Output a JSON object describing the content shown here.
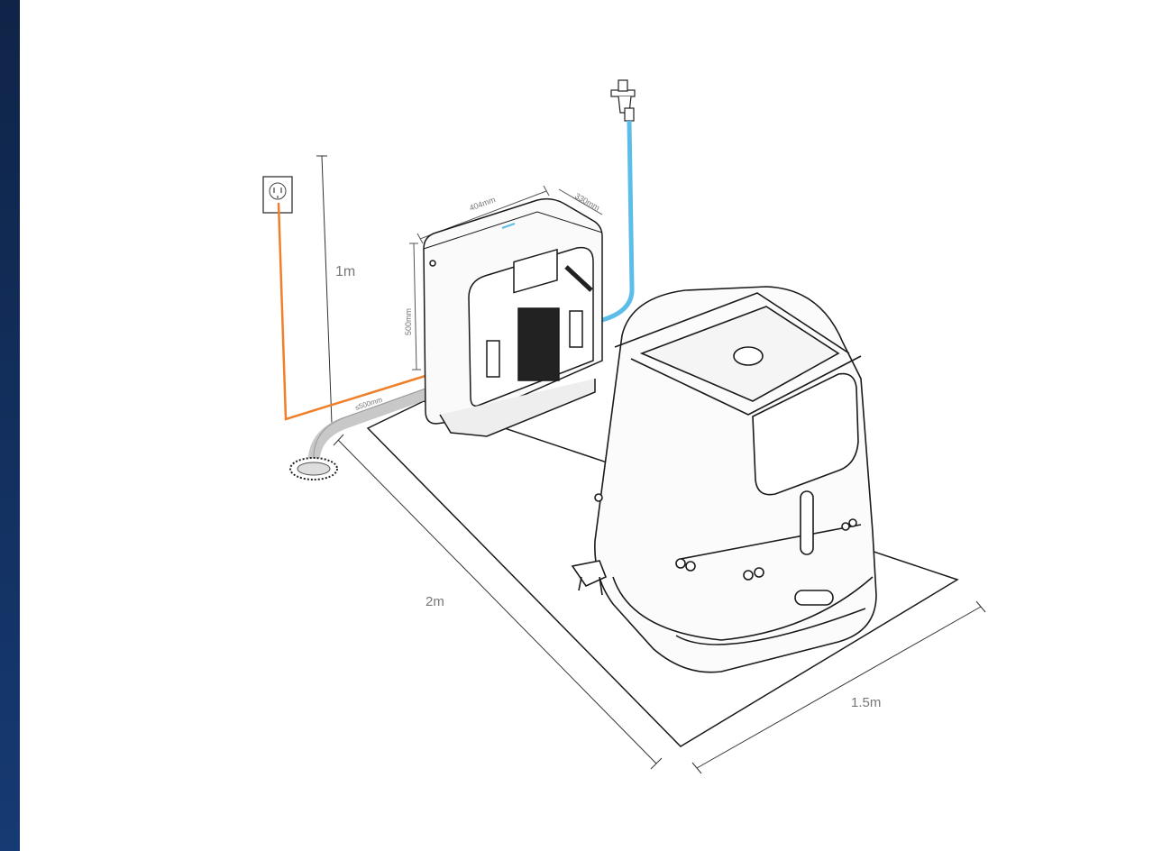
{
  "dimensions": {
    "station_width": "404mm",
    "station_depth": "330mm",
    "station_height": "500mm",
    "hose_length": "≤500mm",
    "outlet_height": "1m",
    "area_length": "2m",
    "area_width": "1.5m"
  },
  "colors": {
    "background_frame": "#163a73",
    "power_cable": "#f07f2a",
    "water_hose": "#5bbde8",
    "drain_hose": "#c8c8c8",
    "outline": "#1a1a1a",
    "dimension_text": "#777777"
  }
}
